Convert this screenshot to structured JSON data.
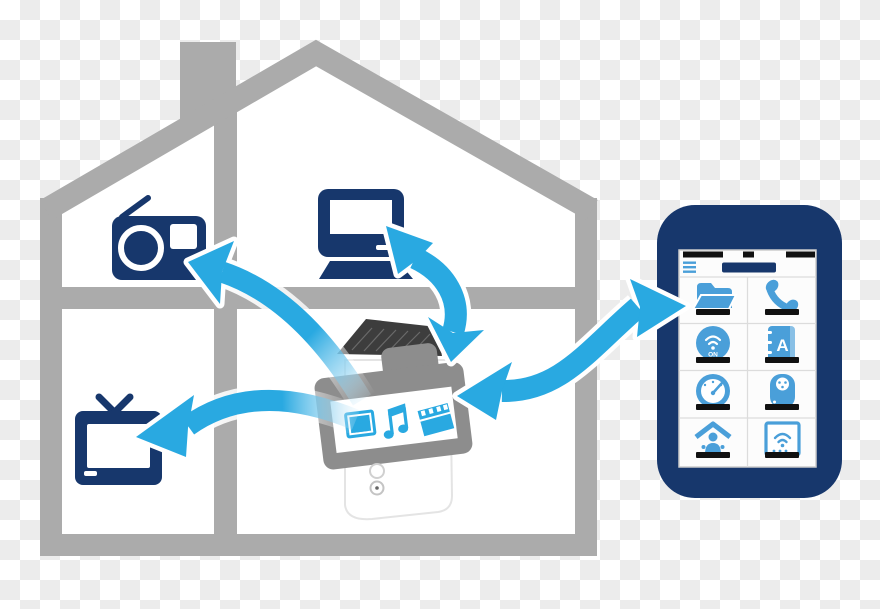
{
  "illustration": {
    "type": "clipart-diagram",
    "subject": "media hub inside a house sharing content with radio, computer, tv and a smartphone",
    "house": {
      "parts": [
        "roof",
        "chimney",
        "left-wall",
        "right-wall",
        "floor-divider",
        "interior-wall",
        "base"
      ],
      "devices": [
        {
          "id": "radio",
          "icon": "radio-icon",
          "room": "upper-left"
        },
        {
          "id": "computer",
          "icon": "computer-icon",
          "room": "upper-middle"
        },
        {
          "id": "tv",
          "icon": "tv-icon",
          "room": "lower-left"
        }
      ]
    },
    "hub": {
      "icon": "media-hub",
      "screen_icons": [
        {
          "icon": "photo-icon"
        },
        {
          "icon": "music-icon"
        },
        {
          "icon": "video-clapper-icon"
        }
      ],
      "buttons": 2
    },
    "arrows": [
      {
        "id": "hub-radio",
        "heads": 1,
        "points_to": "radio"
      },
      {
        "id": "hub-tv",
        "heads": 1,
        "points_to": "tv"
      },
      {
        "id": "hub-computer",
        "heads": 2,
        "points_to": "computer and hub"
      },
      {
        "id": "hub-phone",
        "heads": 2,
        "points_to": "phone and hub"
      }
    ],
    "phone": {
      "icon": "smartphone",
      "status_bar": {
        "segments": 3
      },
      "header": {
        "menu_icon": "hamburger-icon",
        "title_pill": true
      },
      "apps": [
        {
          "icon": "folder-icon",
          "label": "",
          "has_label_bar": true
        },
        {
          "icon": "phone-call-icon",
          "label": "",
          "has_label_bar": true
        },
        {
          "icon": "wifi-icon",
          "label": "ON",
          "has_label_bar": true
        },
        {
          "icon": "contacts-icon",
          "label": "A",
          "has_label_bar": true
        },
        {
          "icon": "speedometer-icon",
          "label": "",
          "has_label_bar": true
        },
        {
          "icon": "camera-icon",
          "label": "",
          "has_label_bar": true
        },
        {
          "icon": "home-person-icon",
          "label": "",
          "has_label_bar": true
        },
        {
          "icon": "router-icon",
          "label": "",
          "has_label_bar": true
        }
      ]
    }
  },
  "colors": {
    "house_gray": "#ababab",
    "navy": "#17376c",
    "arrow_blue": "#29a9e1",
    "app_blue": "#4a9fd9",
    "hub_gray": "#8d8d8d",
    "hub_top": "#3d3d3d",
    "bar_black": "#111111",
    "checker_light": "#ececec"
  }
}
